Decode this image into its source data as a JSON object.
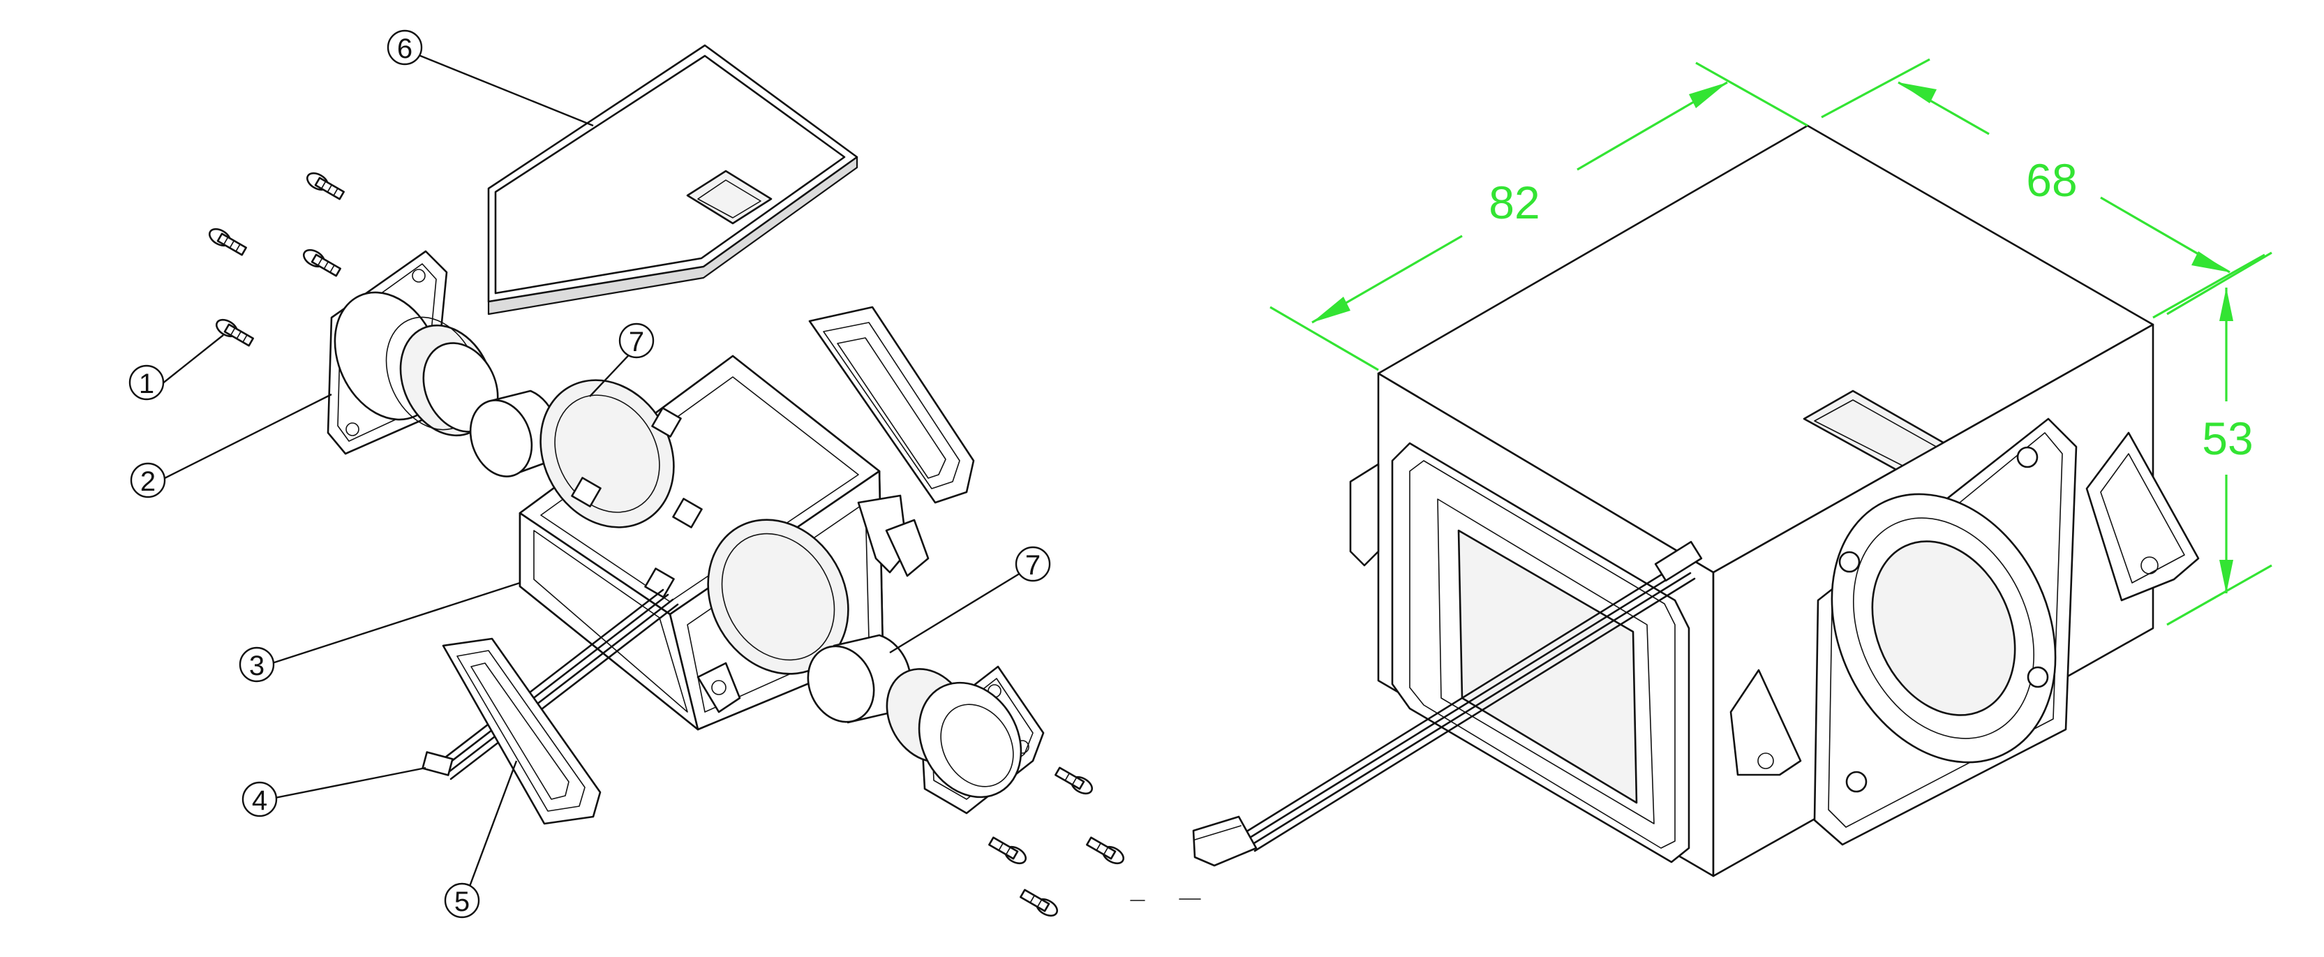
{
  "exploded_view": {
    "balloons": [
      {
        "label": "①",
        "part": "1"
      },
      {
        "label": "②",
        "part": "2"
      },
      {
        "label": "③",
        "part": "3"
      },
      {
        "label": "④",
        "part": "4"
      },
      {
        "label": "⑤",
        "part": "5"
      },
      {
        "label": "⑥",
        "part": "6"
      },
      {
        "label": "⑦",
        "part": "7"
      },
      {
        "label": "⑦",
        "part": "7"
      }
    ]
  },
  "assembled_view": {
    "dimensions": {
      "length": "82",
      "width": "68",
      "height": "53"
    }
  },
  "colors": {
    "linework": "#111111",
    "dimension": "#33e433",
    "background": "#ffffff"
  }
}
